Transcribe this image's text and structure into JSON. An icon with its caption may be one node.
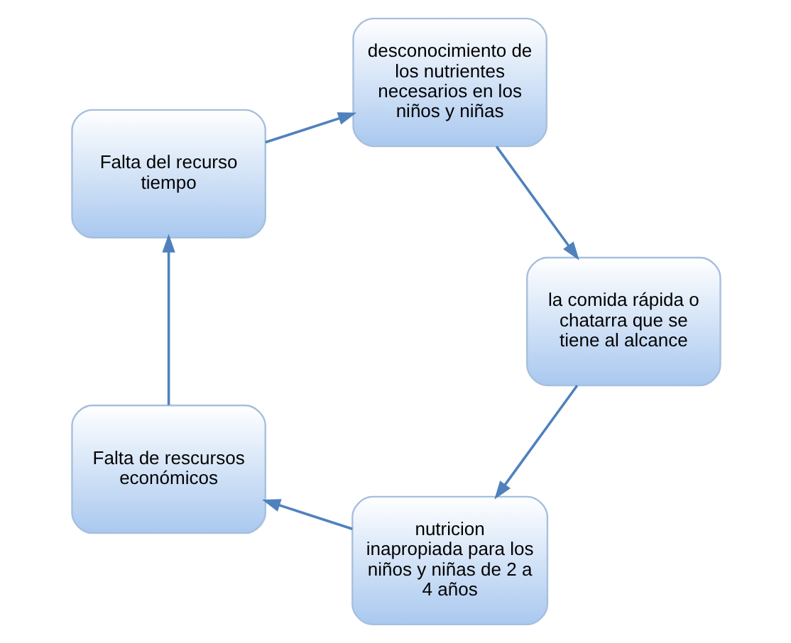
{
  "diagram": {
    "nodes": [
      {
        "text": [
          "nutricion inapropiada para los niños y niñas de 2 a 4 años"
        ]
      },
      {
        "text": [
          "Falta de rescursos económicos"
        ]
      },
      {
        "text": [
          "Falta del recurso tiempo"
        ]
      },
      {
        "text": [
          "desconocimiento de los nutrientes necesarios en los niños y niñas"
        ]
      },
      {
        "text": [
          "la comida rápida o chatarra que se tiene al alcance"
        ]
      }
    ],
    "edges": [
      {
        "from": 0,
        "to": 1,
        "arrow": "to"
      },
      {
        "from": 1,
        "to": 2,
        "arrow": "to"
      },
      {
        "from": 2,
        "to": 3,
        "arrow": "to"
      },
      {
        "from": 3,
        "to": 4,
        "arrow": "to"
      },
      {
        "from": 4,
        "to": 0,
        "arrow": "to"
      }
    ]
  }
}
